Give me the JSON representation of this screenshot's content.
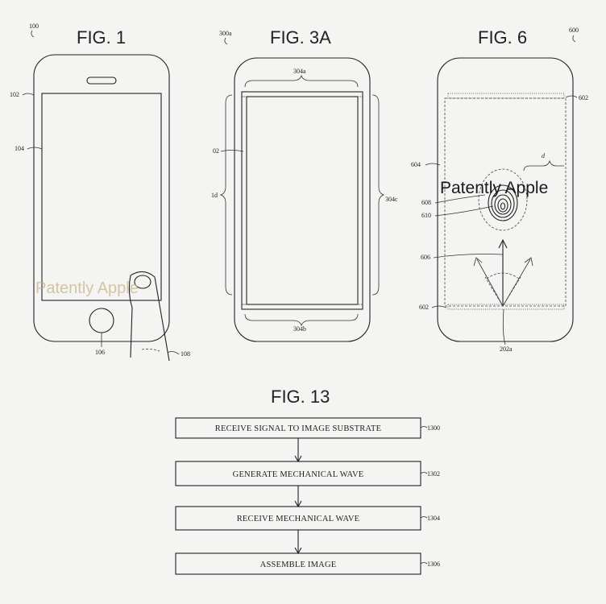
{
  "figures": {
    "fig1": {
      "label": "FIG. 1",
      "refs": {
        "r100": "100",
        "r102": "102",
        "r104": "104",
        "r106": "106",
        "r108": "108"
      },
      "watermark": "Patently Apple"
    },
    "fig3a": {
      "label": "FIG. 3A",
      "refs": {
        "r300a": "300a",
        "r304a": "304a",
        "r304b": "304b",
        "r304c": "304c",
        "r02": "02",
        "r1d": "1d"
      }
    },
    "fig6": {
      "label": "FIG. 6",
      "refs": {
        "r600": "600",
        "r602top": "602",
        "r602bot": "602",
        "r604": "604",
        "r606": "606",
        "r608": "608",
        "r610": "610",
        "r202a": "202a",
        "rd": "d"
      },
      "watermark": "Patently Apple"
    },
    "fig13": {
      "label": "FIG. 13",
      "steps": [
        {
          "text": "RECEIVE SIGNAL TO IMAGE SUBSTRATE",
          "ref": "1300"
        },
        {
          "text": "GENERATE MECHANICAL WAVE",
          "ref": "1302"
        },
        {
          "text": "RECEIVE MECHANICAL WAVE",
          "ref": "1304"
        },
        {
          "text": "ASSEMBLE IMAGE",
          "ref": "1306"
        }
      ]
    }
  }
}
